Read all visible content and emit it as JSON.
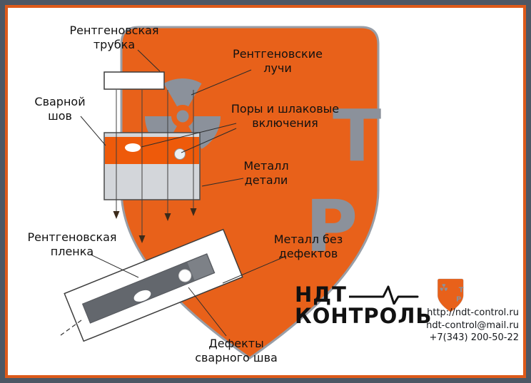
{
  "labels": {
    "xray_tube": "Рентгеновская\nтрубка",
    "xray_rays": "Рентгеновские\nлучи",
    "weld_seam": "Сварной\nшов",
    "pores_inclusions": "Поры и шлаковые\nвключения",
    "metal_part": "Металл\nдетали",
    "xray_film": "Рентгеновская\nпленка",
    "metal_no_defects": "Металл без\nдефектов",
    "weld_defects": "Дефекты\nсварного шва"
  },
  "logo": {
    "name_line1": "НДТ",
    "name_line2": "КОНТРОЛЬ"
  },
  "contacts": {
    "website": "http://ndt-control.ru",
    "email": "ndt-control@mail.ru",
    "phone": "+7(343) 200-50-22"
  },
  "icons": {
    "watermark": "ndt-shield-watermark",
    "radiation": "radiation-trefoil-icon",
    "logo_shield": "ndt-shield-icon",
    "pulse": "heartbeat-pulse-icon"
  },
  "colors": {
    "frame_outer": "#4d5764",
    "frame_inner": "#dd5a1a",
    "shield_orange": "#e8611a",
    "shield_gray": "#8b919b",
    "weld_orange": "#ee5a0a",
    "block_gray": "#d3d6da",
    "strip_dark": "#63676d",
    "strip_light": "#7d8187",
    "text": "#15181c"
  }
}
